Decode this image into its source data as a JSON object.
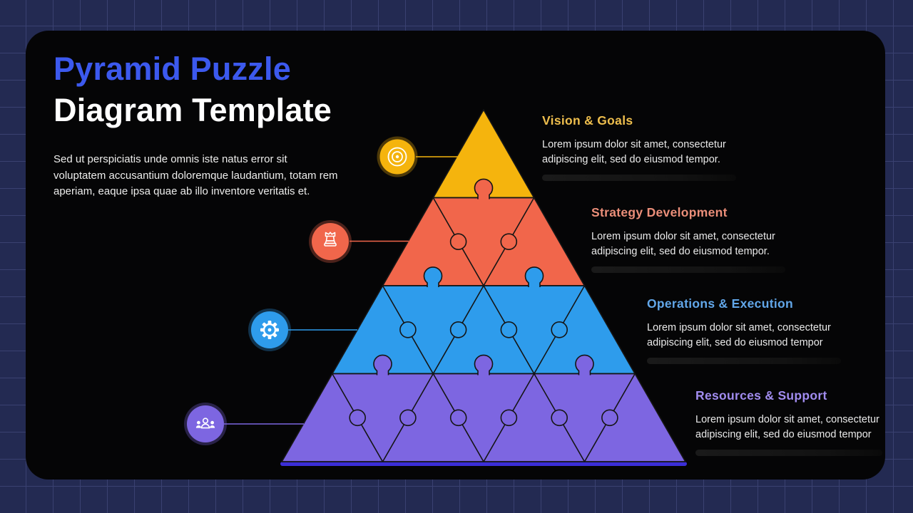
{
  "slide": {
    "title_line1": "Pyramid Puzzle",
    "title_line2": "Diagram Template",
    "title_accent_color": "#3C59EE",
    "description": "Sed ut perspiciatis unde omnis iste natus error sit voluptatem accusantium doloremque laudantium, totam rem aperiam, eaque ipsa quae ab illo inventore veritatis et.",
    "background_color": "#232A52",
    "grid_line_color": "#3A4171",
    "card_color": "#050506"
  },
  "pyramid": {
    "outline_color": "#151515",
    "base_shadow_color": "#3B2ED8",
    "levels": [
      {
        "rank": "1",
        "label": "Vision & Goals",
        "body": "Lorem ipsum dolor sit amet, consectetur adipiscing elit, sed do eiusmod tempor.",
        "piece_color": "#F5B40D",
        "heading_color": "#EEBE4D",
        "icon": "target-icon"
      },
      {
        "rank": "2",
        "label": "Strategy Development",
        "body": "Lorem ipsum dolor sit amet, consectetur adipiscing elit, sed do eiusmod tempor.",
        "piece_color": "#F1664B",
        "heading_color": "#EB8E79",
        "icon": "chess-strategy-icon"
      },
      {
        "rank": "3",
        "label": "Operations & Execution",
        "body": "Lorem ipsum dolor sit amet, consectetur adipiscing elit, sed do eiusmod tempor",
        "piece_color": "#2E9CEC",
        "heading_color": "#62A7E9",
        "icon": "gear-icon"
      },
      {
        "rank": "4",
        "label": "Resources & Support",
        "body": "Lorem ipsum dolor sit amet, consectetur adipiscing elit, sed do eiusmod tempor",
        "piece_color": "#7D66E1",
        "heading_color": "#A18CEF",
        "icon": "team-icon"
      }
    ]
  }
}
